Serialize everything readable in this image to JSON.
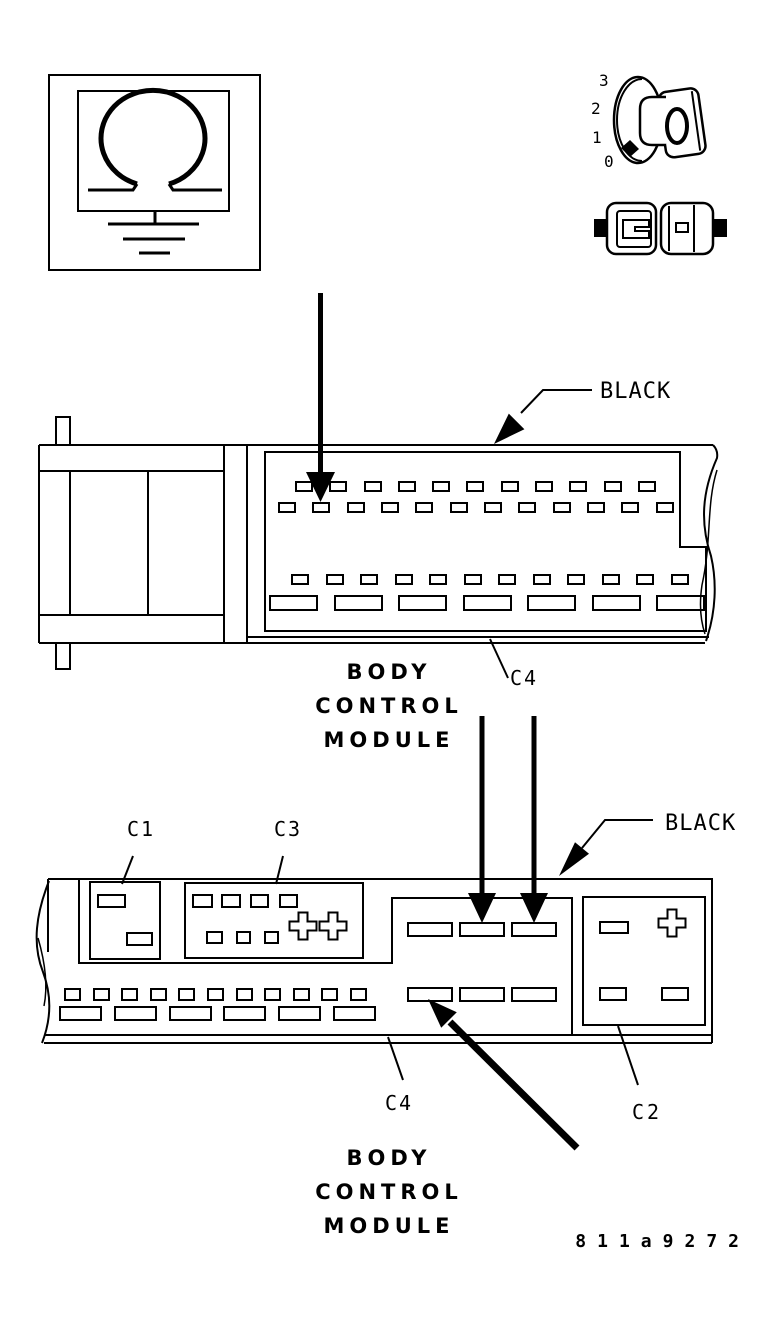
{
  "figure": {
    "code": "811a9272",
    "line_color": "#000000",
    "background": "#ffffff"
  },
  "dial": {
    "positions": [
      "3",
      "2",
      "1",
      "0"
    ]
  },
  "icons": {
    "meter": "ohmmeter-with-ground-icon",
    "switch": "rotary-dial-icon",
    "connectors": "connector-pair-icon"
  },
  "upper_diagram": {
    "connector_color": "BLACK",
    "connector_id": "C4",
    "module_name": {
      "line1": "BODY",
      "line2": "CONTROL",
      "line3": "MODULE"
    }
  },
  "lower_diagram": {
    "connector_color": "BLACK",
    "connector_ids": {
      "c1": "C1",
      "c2": "C2",
      "c3": "C3",
      "c4": "C4"
    },
    "module_name": {
      "line1": "BODY",
      "line2": "CONTROL",
      "line3": "MODULE"
    }
  }
}
